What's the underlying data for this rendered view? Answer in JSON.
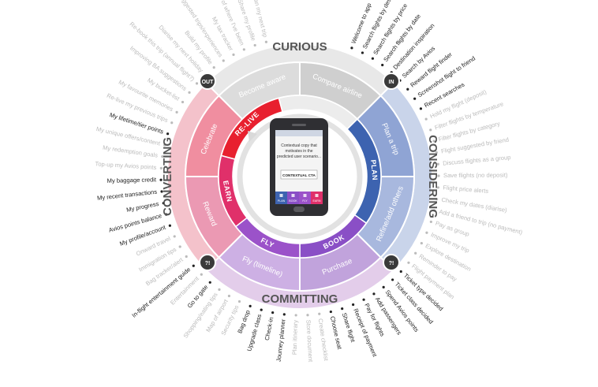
{
  "zones": {
    "top": "CURIOUS",
    "right": "CONSIDERING",
    "bottom": "COMMITTING",
    "left": "CONVERTING"
  },
  "stages": [
    {
      "label": "Become aware"
    },
    {
      "label": "Compare airline"
    },
    {
      "label": "Plan a trip"
    },
    {
      "label": "Refine/add others"
    },
    {
      "label": "Purchase"
    },
    {
      "label": "Fly (timeline)"
    },
    {
      "label": "Reward"
    },
    {
      "label": "Celebrate"
    }
  ],
  "phases": [
    {
      "label": "PLAN"
    },
    {
      "label": "BOOK"
    },
    {
      "label": "FLY"
    },
    {
      "label": "EARN"
    },
    {
      "label": "RE-LIVE"
    }
  ],
  "badges": {
    "top_left": "OUT",
    "top_right": "IN",
    "bottom_right": "?!",
    "bottom_left": "?!"
  },
  "phone": {
    "message": "Contextual copy that motivates in the predicted user scenario...",
    "cta": "CONTEXTUAL CTA",
    "tabs": [
      "PLAN",
      "BOOK",
      "FLY",
      "EARN"
    ]
  },
  "colors": {
    "curious": "#e8e8e8",
    "considering": "#c9d4ea",
    "committing": "#e3cdea",
    "converting": "#f4c2cb",
    "plan": "#3d63b0",
    "book": "#8a4fc6",
    "fly": "#9b52c9",
    "earn": "#e0306a",
    "relive": "#e8202f",
    "active_text": "#222222",
    "inactive_text": "#bbbbbb"
  },
  "spokes": [
    {
      "text": "Welcome to app",
      "active": true
    },
    {
      "text": "Search flights by destination",
      "active": true
    },
    {
      "text": "Search flights by price",
      "active": true
    },
    {
      "text": "Search flights by date",
      "active": true
    },
    {
      "text": "Destination inspiration",
      "active": true
    },
    {
      "text": "Search by Avios",
      "active": true
    },
    {
      "text": "Reward flight finder",
      "active": true
    },
    {
      "text": "Screenshot flight to friend",
      "active": true
    },
    {
      "text": "Recent searches",
      "active": true
    },
    {
      "text": "Hold my flight (deposit)",
      "active": false
    },
    {
      "text": "Filter flights by temperature",
      "active": false
    },
    {
      "text": "Filter flights by category",
      "active": false
    },
    {
      "text": "Flight suggested by friend",
      "active": false
    },
    {
      "text": "Discuss flights as a group",
      "active": false
    },
    {
      "text": "Save flights (no deposit)",
      "active": false
    },
    {
      "text": "Flight price alerts",
      "active": false
    },
    {
      "text": "Check my dates (diarise)",
      "active": false
    },
    {
      "text": "Add a friend to trip (no payment)",
      "active": false
    },
    {
      "text": "Pay as group",
      "active": false
    },
    {
      "text": "Improve my trip",
      "active": false
    },
    {
      "text": "Explore destination",
      "active": false
    },
    {
      "text": "Reminder to pay",
      "active": false
    },
    {
      "text": "Flight payment plan",
      "active": false
    },
    {
      "text": "Ticket type decided",
      "active": true
    },
    {
      "text": "Ticket class decided",
      "active": true
    },
    {
      "text": "Spend Avios points",
      "active": true
    },
    {
      "text": "Add passengers",
      "active": true
    },
    {
      "text": "Pay for flights",
      "active": true
    },
    {
      "text": "Receipt of payment",
      "active": true
    },
    {
      "text": "Share flight",
      "active": true
    },
    {
      "text": "Choose seat",
      "active": true
    },
    {
      "text": "Create checklist",
      "active": false
    },
    {
      "text": "Store document",
      "active": false
    },
    {
      "text": "Plan itinerary",
      "active": false
    },
    {
      "text": "Journey planner",
      "active": true
    },
    {
      "text": "Check-in",
      "active": true
    },
    {
      "text": "Upgrade class",
      "active": true
    },
    {
      "text": "Bag drop",
      "active": true
    },
    {
      "text": "Security tips",
      "active": false
    },
    {
      "text": "Map of airport",
      "active": false
    },
    {
      "text": "Shopping/eating tips",
      "active": false
    },
    {
      "text": "Go to gate",
      "active": true
    },
    {
      "text": "Entertainment",
      "active": false
    },
    {
      "text": "In-flight entertainment guide",
      "active": true
    },
    {
      "text": "Bag tracker/alert",
      "active": false
    },
    {
      "text": "Immigration tips",
      "active": false
    },
    {
      "text": "Onward travel",
      "active": false
    },
    {
      "text": "My profile/account",
      "active": true
    },
    {
      "text": "Avios points balance",
      "active": true
    },
    {
      "text": "My progress",
      "active": true
    },
    {
      "text": "My recent transactions",
      "active": true
    },
    {
      "text": "My baggage credit",
      "active": true
    },
    {
      "text": "Top-up my Avios points",
      "active": false
    },
    {
      "text": "My redemption goals",
      "active": false
    },
    {
      "text": "My unique offers/content",
      "active": false
    },
    {
      "text": "My lifetime/tier points",
      "active": true
    },
    {
      "text": "Re-live my previous trips",
      "active": false
    },
    {
      "text": "My favourite memories",
      "active": false
    },
    {
      "text": "My bucket-list",
      "active": false
    },
    {
      "text": "Improving BA suggestions",
      "active": false
    },
    {
      "text": "Re-book this trip (annual flight?)",
      "active": false
    },
    {
      "text": "Diarise my next holiday",
      "active": false
    },
    {
      "text": "Build my profile",
      "active": false
    },
    {
      "text": "Suggested trips/experiences",
      "active": false
    },
    {
      "text": "My tax tracker",
      "active": false
    },
    {
      "text": "Map of where I've been",
      "active": false
    },
    {
      "text": "Share my profile",
      "active": false
    },
    {
      "text": "Plan my next trip",
      "active": false
    }
  ]
}
